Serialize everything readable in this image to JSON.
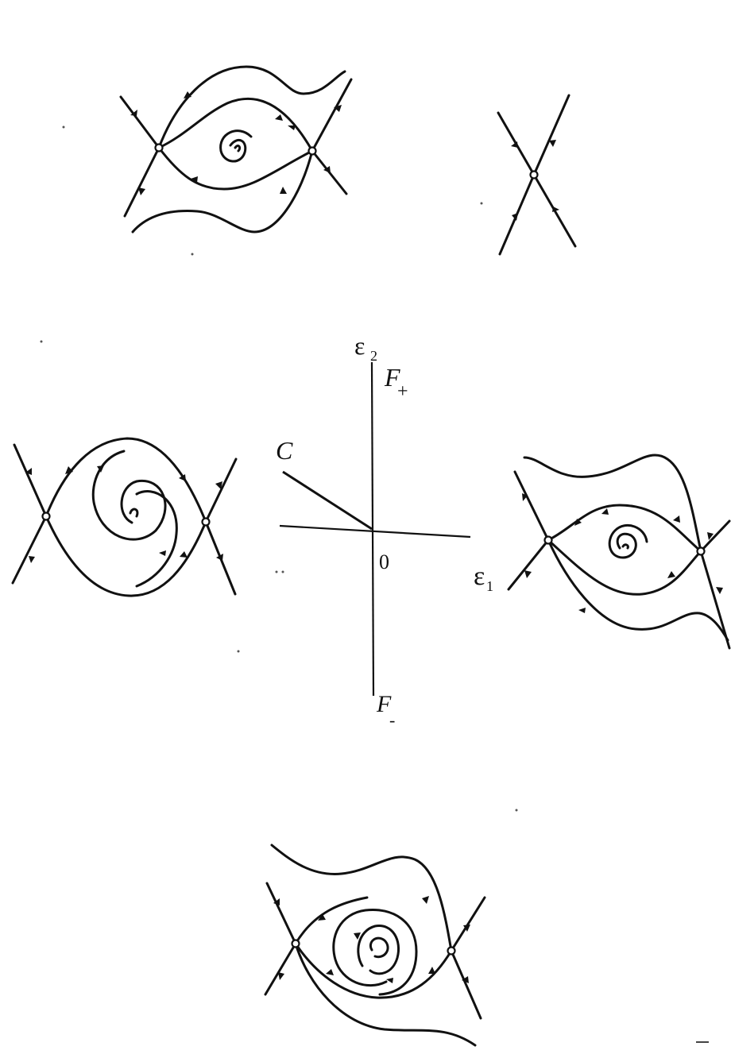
{
  "bifurcation_diagram": {
    "axis_labels": {
      "vertical": "ε",
      "vertical_subscript": "2",
      "horizontal": "ε",
      "horizontal_subscript": "1",
      "origin": "0"
    },
    "curve_labels": {
      "upper": "F",
      "upper_subscript": "+",
      "lower": "F",
      "lower_subscript": "-",
      "c": "C"
    }
  },
  "phase_portraits": [
    {
      "position": "top-left",
      "content": "two saddles, spiral, separatrix connection above"
    },
    {
      "position": "top-right",
      "content": "single saddle"
    },
    {
      "position": "middle-left",
      "content": "two saddles, heteroclinic loop around spiral"
    },
    {
      "position": "middle-right",
      "content": "two saddles, spiral, separatrix connection below"
    },
    {
      "position": "bottom",
      "content": "two saddles, spiral, limit cycle"
    }
  ]
}
